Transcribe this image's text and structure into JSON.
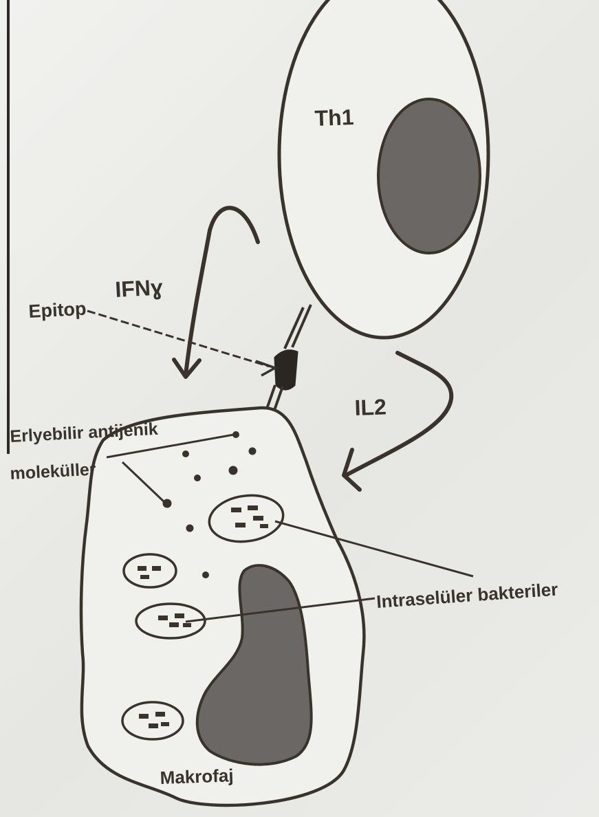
{
  "labels": {
    "th1": "Th1",
    "ifn": "IFNɣ",
    "il2": "IL2",
    "epitop": "Epitop",
    "soluble_line1": "Erlyebilir antijenik",
    "soluble_line2": "moleküller",
    "bacteria": "Intraselüler bakteriler",
    "macrophage": "Makrofaj"
  },
  "colors": {
    "ink": "#3a332c",
    "nucleus": "#6a6765",
    "cell_fill": "#f0f0ec",
    "background": "#e9e9e6"
  }
}
